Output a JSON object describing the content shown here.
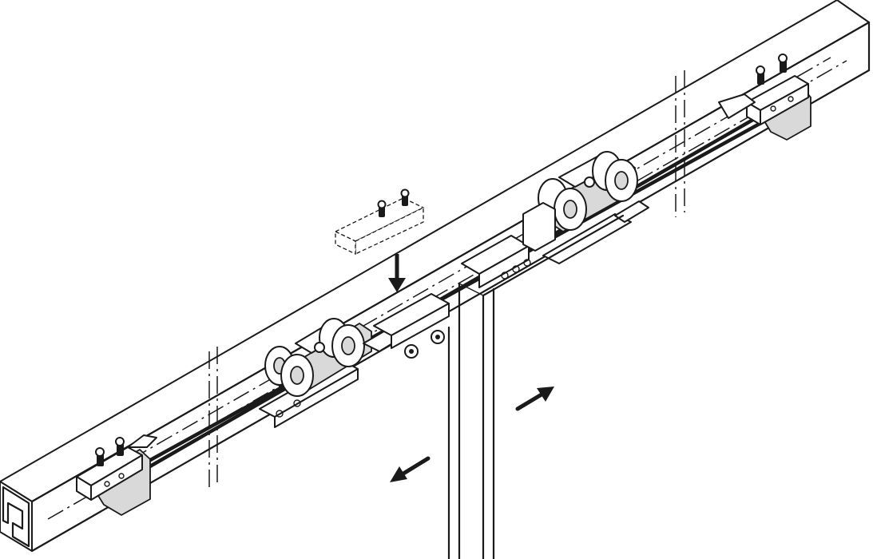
{
  "figure": {
    "colors": {
      "line": "#1a1a1a",
      "part_fill": "#ffffff",
      "shade": "#d9d9d9",
      "background": "#ffffff"
    },
    "elements": [
      "track-rail",
      "left-end-stop",
      "right-end-stop",
      "left-roller-carriage",
      "right-roller-carriage",
      "drive-belt",
      "left-door-panel",
      "right-door-panel",
      "belt-clamp-ghost",
      "install-arrow-down",
      "motion-arrow-left",
      "motion-arrow-right",
      "break-lines"
    ],
    "arrows": {
      "install": "down-arrow-icon",
      "left_door_motion": "arrow-down-left-icon",
      "right_door_motion": "arrow-up-right-icon"
    }
  }
}
